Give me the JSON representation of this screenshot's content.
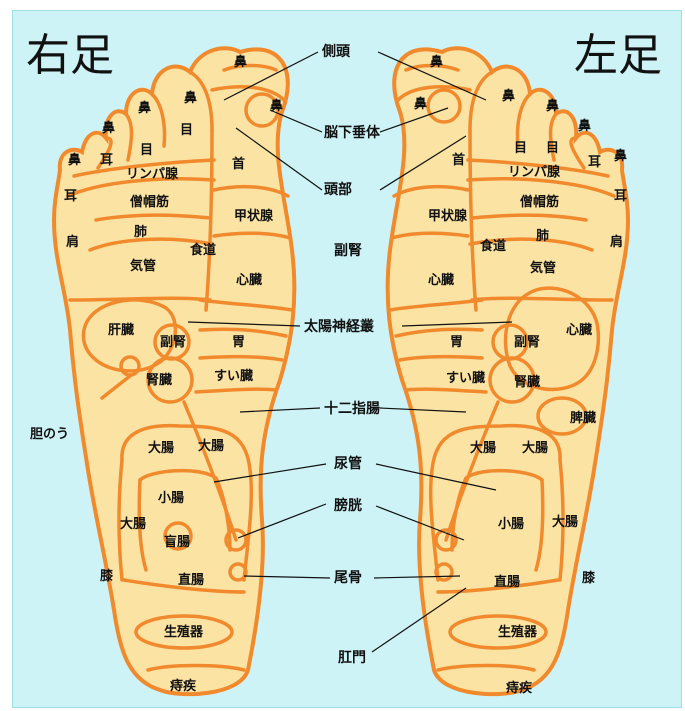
{
  "titles": {
    "right_foot": "右足",
    "left_foot": "左足"
  },
  "center_labels": {
    "side_head": "側頭",
    "pituitary": "脳下垂体",
    "head": "頭部",
    "adrenal": "副腎",
    "solar_plexus": "太陽神経叢",
    "duodenum": "十二指腸",
    "ureter": "尿管",
    "bladder": "膀胱",
    "coccyx": "尾骨",
    "anus": "肛門"
  },
  "right_foot": {
    "nose1": "鼻",
    "nose2": "鼻",
    "nose3": "鼻",
    "nose4": "鼻",
    "nose5": "鼻",
    "ear1": "耳",
    "ear2": "耳",
    "eye1": "目",
    "eye2": "目",
    "neck": "首",
    "lymph": "リンパ腺",
    "trapezius": "僧帽筋",
    "thyroid": "甲状腺",
    "shoulder": "肩",
    "lung": "肺",
    "esophagus": "食道",
    "trachea": "気管",
    "heart": "心臓",
    "liver": "肝臓",
    "adrenal": "副腎",
    "stomach": "胃",
    "kidney": "腎臓",
    "pancreas": "すい臓",
    "gallbladder": "胆のう",
    "large_int1": "大腸",
    "large_int2": "大腸",
    "large_int3": "大腸",
    "small_int": "小腸",
    "appendix": "盲腸",
    "knee": "膝",
    "rectum": "直腸",
    "genital": "生殖器",
    "hemorrhoid": "痔疾"
  },
  "left_foot": {
    "nose1": "鼻",
    "nose2": "鼻",
    "nose3": "鼻",
    "nose4": "鼻",
    "nose5": "鼻",
    "ear1": "耳",
    "ear2": "耳",
    "eye1": "目",
    "eye2": "目",
    "neck": "首",
    "lymph": "リンパ腺",
    "trapezius": "僧帽筋",
    "thyroid": "甲状腺",
    "shoulder": "肩",
    "lung": "肺",
    "esophagus": "食道",
    "trachea": "気管",
    "heart_big": "心臓",
    "heart": "心臓",
    "adrenal": "副腎",
    "stomach": "胃",
    "kidney": "腎臓",
    "pancreas": "すい臓",
    "spleen": "脾臓",
    "large_int1": "大腸",
    "large_int2": "大腸",
    "large_int3": "大腸",
    "small_int": "小腸",
    "knee": "膝",
    "rectum": "直腸",
    "genital": "生殖器",
    "hemorrhoid": "痔疾"
  },
  "colors": {
    "background": "#cdf3f6",
    "foot_fill": "#fbe3a4",
    "outline": "#f08a2d",
    "text": "#111111"
  }
}
